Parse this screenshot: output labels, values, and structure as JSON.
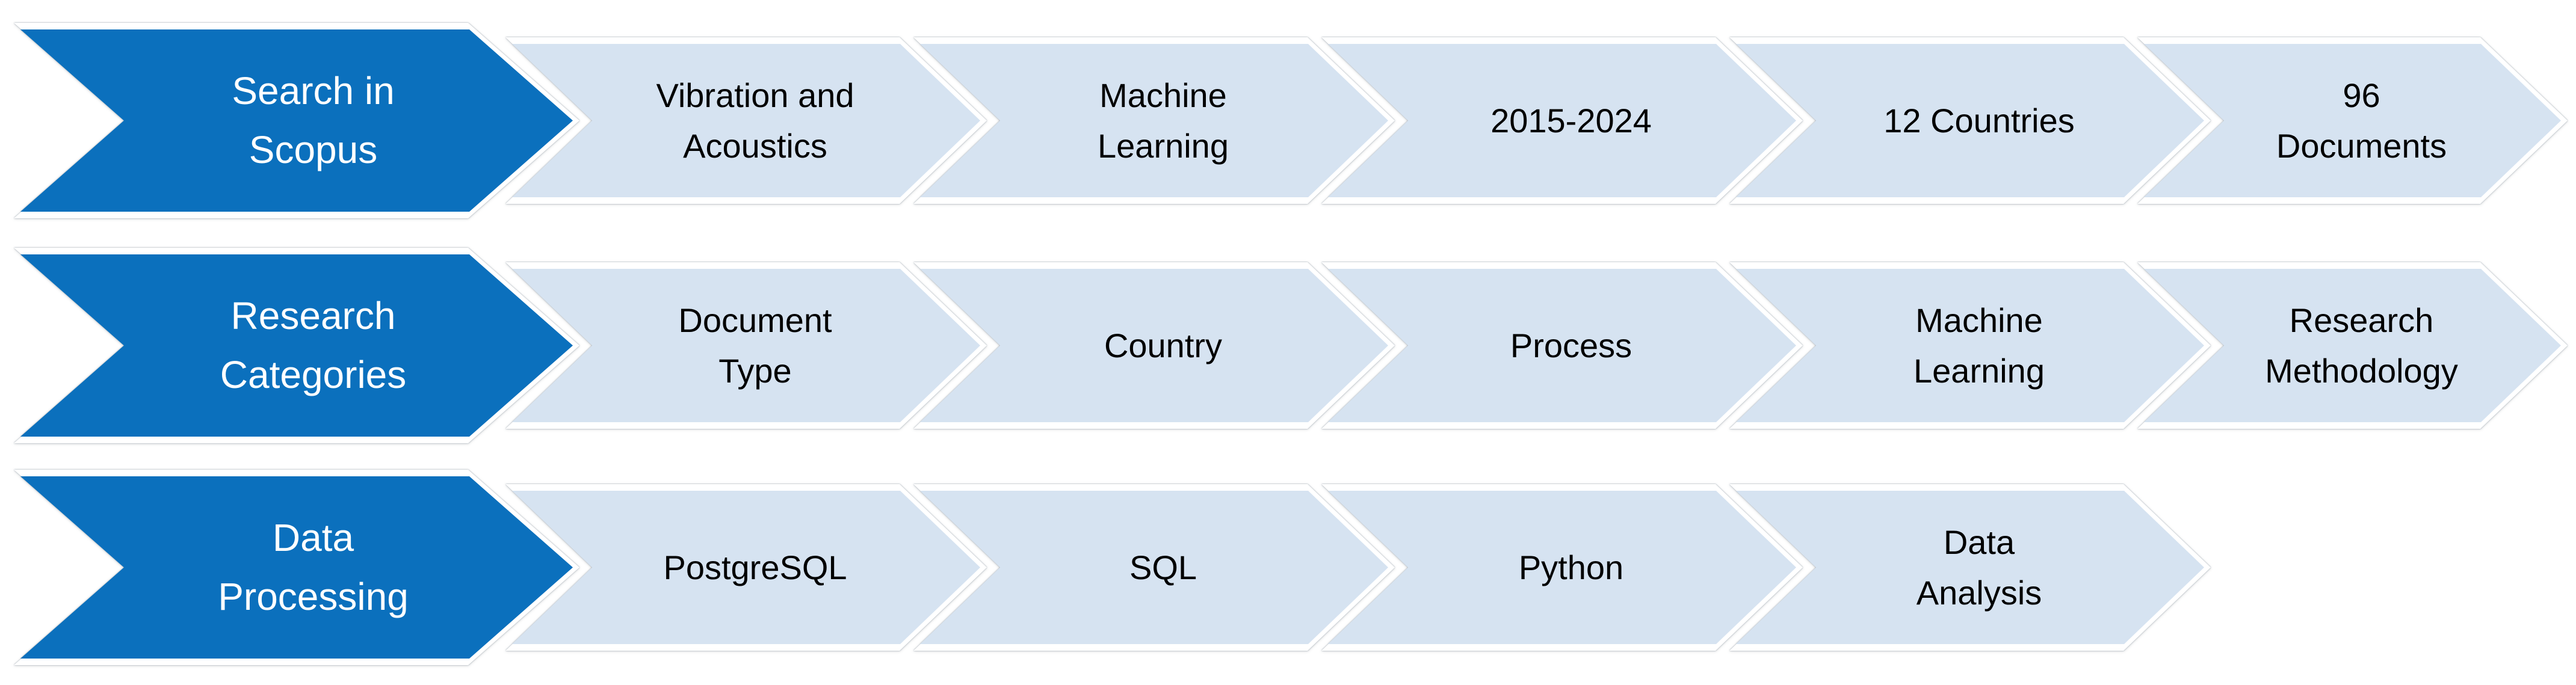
{
  "diagram": {
    "rows": [
      {
        "header": "Search in\nScopus",
        "steps": [
          "Vibration and\nAcoustics",
          "Machine\nLearning",
          "2015-2024",
          "12 Countries",
          "96\nDocuments"
        ]
      },
      {
        "header": "Research\nCategories",
        "steps": [
          "Document\nType",
          "Country",
          "Process",
          "Machine\nLearning",
          "Research\nMethodology"
        ]
      },
      {
        "header": "Data\nProcessing",
        "steps": [
          "PostgreSQL",
          "SQL",
          "Python",
          "Data\nAnalysis"
        ]
      }
    ],
    "colors": {
      "primary_fill": "#0B70BD",
      "primary_text": "#FFFFFF",
      "secondary_fill": "#D6E3F1",
      "secondary_text": "#000000",
      "outline": "#FFFFFF"
    }
  }
}
